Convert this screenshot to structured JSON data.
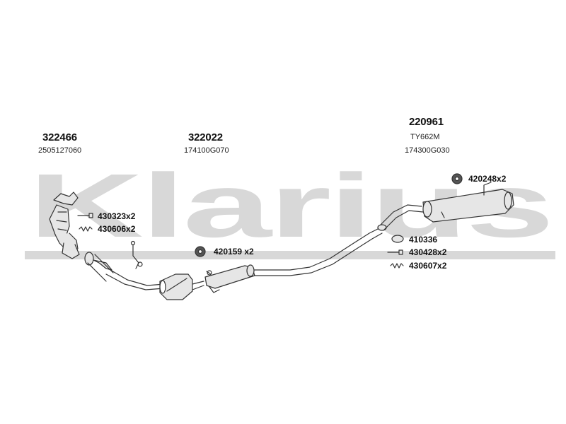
{
  "watermark": {
    "text": "Klarius"
  },
  "sections": [
    {
      "part_number": "322466",
      "oem": "2505127060"
    },
    {
      "part_number": "322022",
      "oem": "174100G070"
    },
    {
      "part_number": "220961",
      "oem_lines": [
        "TY662M",
        "174300G030"
      ]
    }
  ],
  "accessories": [
    {
      "code": "430323x2",
      "icon": "bolt-icon"
    },
    {
      "code": "430606x2",
      "icon": "spring-icon"
    },
    {
      "code": "420159 x2",
      "icon": "rubber-mount-icon"
    },
    {
      "code": "420248x2",
      "icon": "rubber-mount-icon"
    },
    {
      "code": "410336",
      "icon": "gasket-ring-icon"
    },
    {
      "code": "430428x2",
      "icon": "bolt-icon"
    },
    {
      "code": "430607x2",
      "icon": "spring-icon"
    }
  ],
  "colors": {
    "watermark": "#d8d8d8",
    "line": "#333333",
    "part_fill": "#e6e6e6"
  }
}
